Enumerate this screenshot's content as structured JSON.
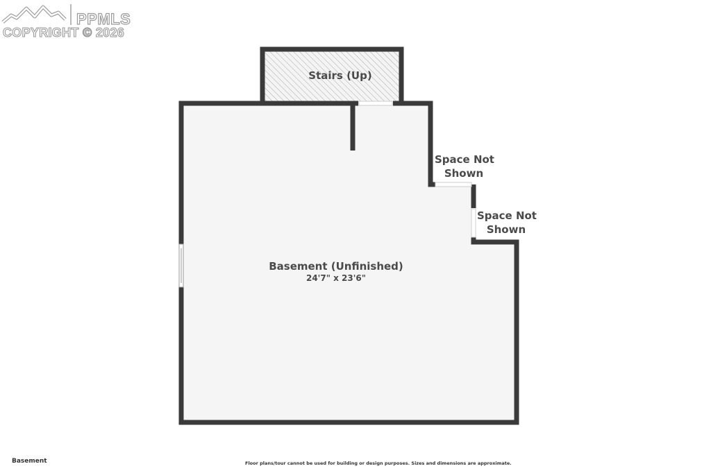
{
  "watermark": {
    "brand": "PPMLS",
    "copyright": "COPYRIGHT © 2026",
    "logo_icon": "mountain-logo-icon"
  },
  "floor_plan": {
    "level_name": "Basement",
    "rooms": [
      {
        "name": "Basement (Unfinished)",
        "dimensions": "24'7\" x 23'6\""
      },
      {
        "name": "Stairs (Up)"
      }
    ],
    "annotations": [
      {
        "line1": "Space Not",
        "line2": "Shown"
      },
      {
        "line1": "Space Not",
        "line2": "Shown"
      }
    ],
    "colors": {
      "wall": "#3a3a3a",
      "floor": "#f5f5f5",
      "hatch": "#9e9e9e",
      "text": "#4a4a4a"
    }
  },
  "footer": {
    "level_label": "Basement",
    "disclaimer": "Floor plans/tour cannot be used for building or design purposes. Sizes and dimensions are approximate."
  }
}
